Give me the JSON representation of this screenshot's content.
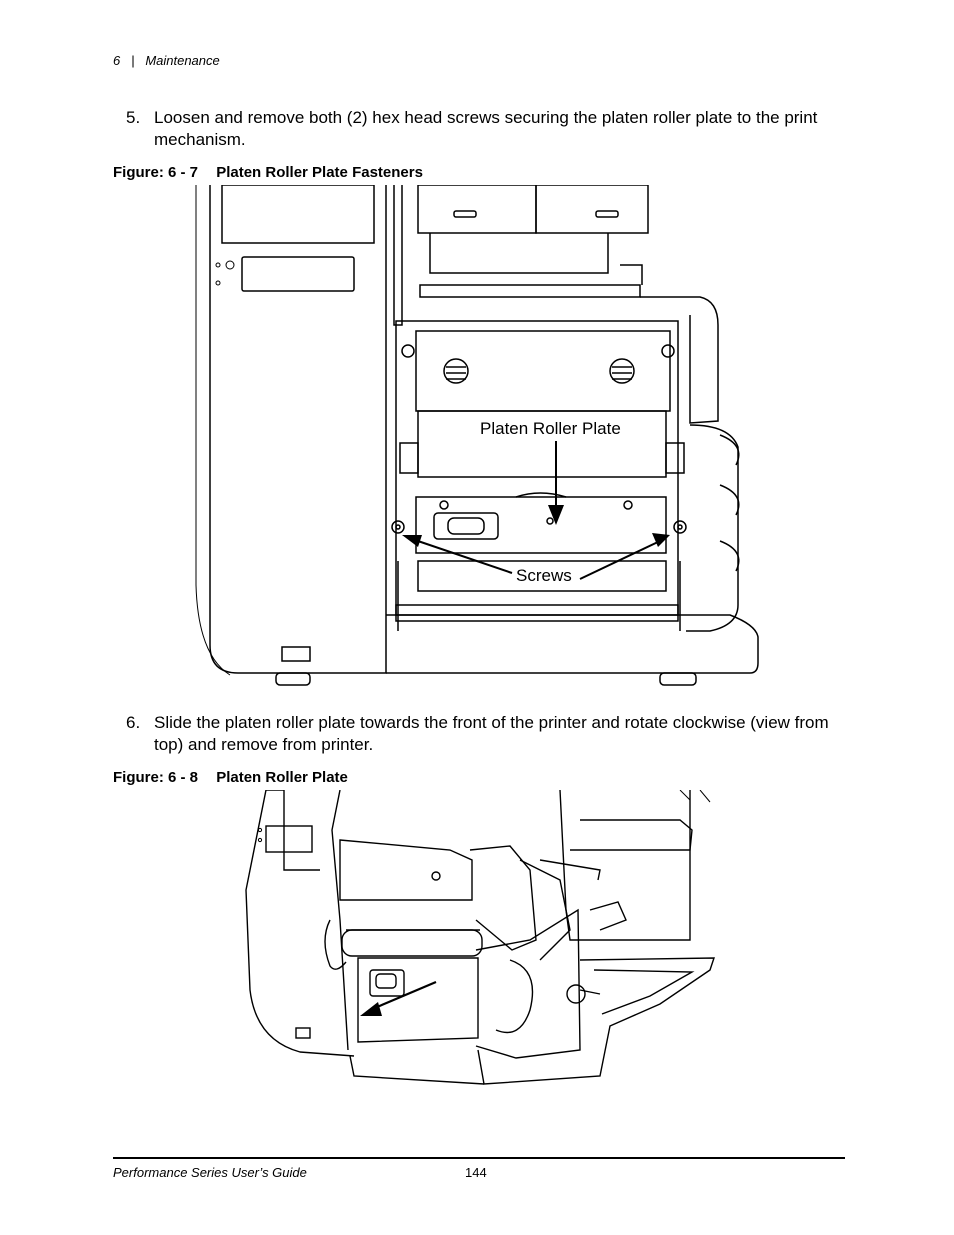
{
  "header": {
    "chapter": "6",
    "separator": "|",
    "section": "Maintenance"
  },
  "steps": [
    {
      "number": "5.",
      "text": "Loosen and remove both (2) hex head screws securing the platen roller plate to the print mechanism."
    },
    {
      "number": "6.",
      "text": "Slide the platen roller plate towards the front of the printer and rotate clockwise (view from top) and remove from printer."
    }
  ],
  "figures": [
    {
      "label": "Figure: 6 - 7",
      "title": "Platen Roller Plate Fasteners",
      "callouts": {
        "plate": "Platen Roller Plate",
        "screws": "Screws"
      }
    },
    {
      "label": "Figure: 6 - 8",
      "title": "Platen Roller Plate"
    }
  ],
  "footer": {
    "guide_title": "Performance Series User’s Guide",
    "page_number": "144"
  }
}
